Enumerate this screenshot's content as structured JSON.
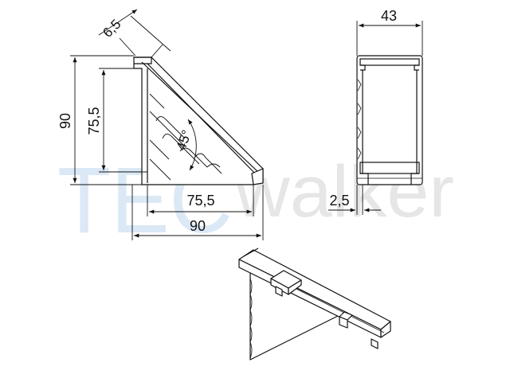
{
  "watermark": {
    "prefix": "TEC",
    "suffix": "walker",
    "prefix_color": "#dbe8f6",
    "suffix_color": "#e6e6e6"
  },
  "colors": {
    "line": "#111111",
    "background": "#ffffff"
  },
  "side_view": {
    "dim_chamfer": "6,5",
    "dim_total_height": "90",
    "dim_inner_height": "75,5",
    "dim_angle": "45°",
    "dim_inner_width": "75,5",
    "dim_total_width": "90"
  },
  "front_view": {
    "dim_width": "43",
    "dim_wall": "2,5"
  }
}
